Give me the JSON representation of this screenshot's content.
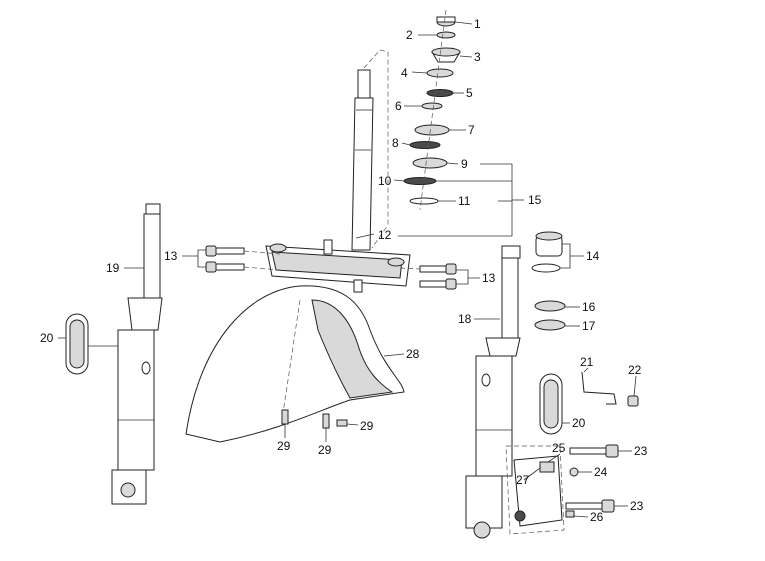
{
  "callouts": [
    {
      "id": "c1",
      "label": "1"
    },
    {
      "id": "c2",
      "label": "2"
    },
    {
      "id": "c3",
      "label": "3"
    },
    {
      "id": "c4",
      "label": "4"
    },
    {
      "id": "c5",
      "label": "5"
    },
    {
      "id": "c6",
      "label": "6"
    },
    {
      "id": "c7",
      "label": "7"
    },
    {
      "id": "c8",
      "label": "8"
    },
    {
      "id": "c9",
      "label": "9"
    },
    {
      "id": "c10",
      "label": "10"
    },
    {
      "id": "c11",
      "label": "11"
    },
    {
      "id": "c12",
      "label": "12"
    },
    {
      "id": "c13a",
      "label": "13"
    },
    {
      "id": "c13b",
      "label": "13"
    },
    {
      "id": "c14",
      "label": "14"
    },
    {
      "id": "c15",
      "label": "15"
    },
    {
      "id": "c16",
      "label": "16"
    },
    {
      "id": "c17",
      "label": "17"
    },
    {
      "id": "c18",
      "label": "18"
    },
    {
      "id": "c19",
      "label": "19"
    },
    {
      "id": "c20a",
      "label": "20"
    },
    {
      "id": "c20b",
      "label": "20"
    },
    {
      "id": "c21",
      "label": "21"
    },
    {
      "id": "c22",
      "label": "22"
    },
    {
      "id": "c23a",
      "label": "23"
    },
    {
      "id": "c23b",
      "label": "23"
    },
    {
      "id": "c24",
      "label": "24"
    },
    {
      "id": "c25",
      "label": "25"
    },
    {
      "id": "c26",
      "label": "26"
    },
    {
      "id": "c27",
      "label": "27"
    },
    {
      "id": "c28",
      "label": "28"
    },
    {
      "id": "c29a",
      "label": "29"
    },
    {
      "id": "c29b",
      "label": "29"
    },
    {
      "id": "c29c",
      "label": "29"
    }
  ]
}
